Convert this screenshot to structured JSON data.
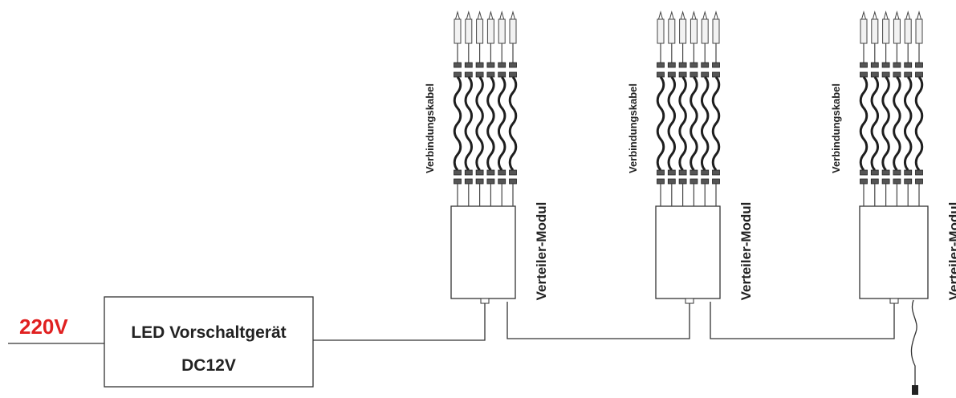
{
  "input_voltage": "220V",
  "power_supply": {
    "line1": "LED Vorschaltgerät",
    "line2": "DC12V"
  },
  "modules": [
    {
      "module_label": "Verteiler-Modul",
      "cable_label": "Verbindungskabel",
      "outputs": 6
    },
    {
      "module_label": "Verteiler-Modul",
      "cable_label": "Verbindungskabel",
      "outputs": 6
    },
    {
      "module_label": "Verteiler-Modul",
      "cable_label": "Verbindungskabel",
      "outputs": 6
    }
  ],
  "colors": {
    "voltage": "#e02020",
    "line": "#333333",
    "cable": "#1e1e1e"
  }
}
